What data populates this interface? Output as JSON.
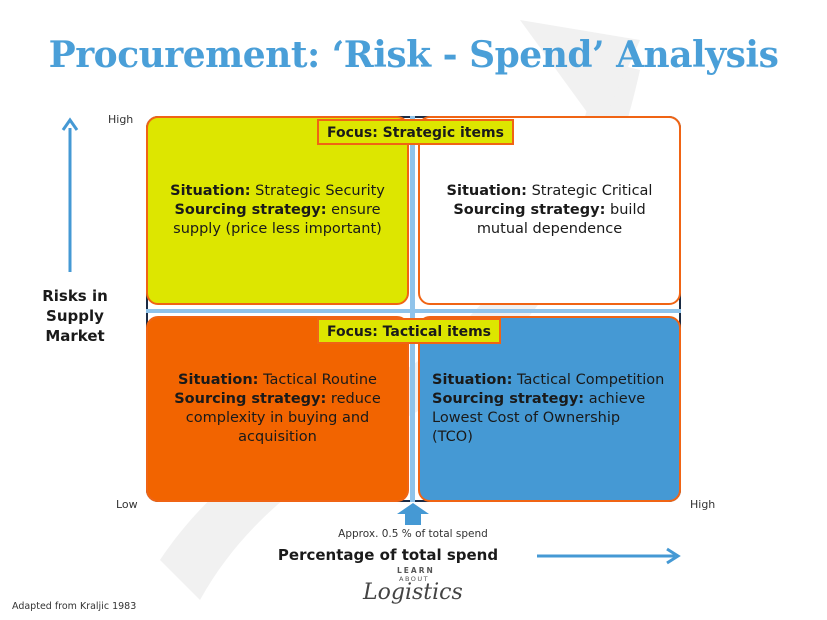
{
  "title": "Procurement: ‘Risk - Spend’ Analysis",
  "y_axis": {
    "label_line1": "Risks in",
    "label_line2": "Supply Market",
    "high": "High",
    "low": "Low"
  },
  "x_axis": {
    "label": "Percentage of total spend",
    "high": "High",
    "note": "Approx. 0.5 % of total spend"
  },
  "focus_labels": {
    "top": "Focus: Strategic items",
    "bottom": "Focus: Tactical items"
  },
  "quadrants": {
    "top_left": {
      "situation_label": "Situation:",
      "situation": "Strategic Security",
      "strategy_label": "Sourcing strategy:",
      "strategy": "ensure supply (price less important)"
    },
    "top_right": {
      "situation_label": "Situation:",
      "situation": "Strategic Critical",
      "strategy_label": "Sourcing strategy:",
      "strategy": "build mutual dependence"
    },
    "bottom_left": {
      "situation_label": "Situation:",
      "situation": "Tactical Routine",
      "strategy_label": "Sourcing strategy:",
      "strategy": "reduce complexity in buying and acquisition"
    },
    "bottom_right": {
      "situation_label": "Situation:",
      "situation": "Tactical Competition",
      "strategy_label": "Sourcing strategy:",
      "strategy": "achieve Lowest Cost of Ownership (TCO)"
    }
  },
  "credit": "Adapted from Kraljic 1983",
  "logo": {
    "line1": "LEARN",
    "line2": "ABOUT",
    "line3": "Logistics"
  },
  "colors": {
    "title": "#4a9fd8",
    "strategic_fill": "#dde600",
    "tactical_routine": "#f26400",
    "tactical_competition": "#4599d4",
    "border": "#f06414",
    "arrow": "#4599d4"
  }
}
